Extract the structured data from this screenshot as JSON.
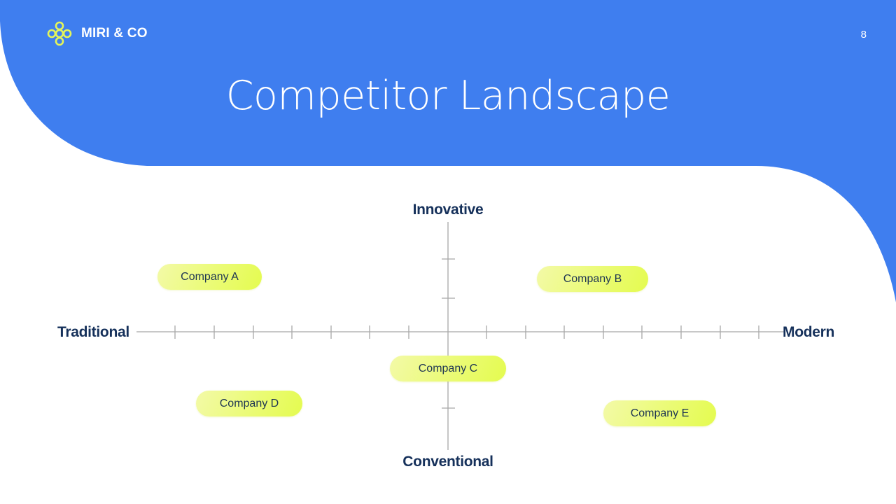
{
  "header": {
    "brand": "MIRI & CO",
    "page_number": "8",
    "title": "Competitor Landscape"
  },
  "colors": {
    "primary_blue": "#3F7EEF",
    "accent_yellow": "#E4FB4F",
    "label_navy": "#15305A",
    "axis_gray": "#A8A8A8"
  },
  "axes": {
    "top": "Innovative",
    "bottom": "Conventional",
    "left": "Traditional",
    "right": "Modern"
  },
  "companies": [
    {
      "name": "Company A",
      "quadrant": "traditional-innovative"
    },
    {
      "name": "Company B",
      "quadrant": "modern-innovative"
    },
    {
      "name": "Company C",
      "quadrant": "center-conventional"
    },
    {
      "name": "Company D",
      "quadrant": "traditional-conventional"
    },
    {
      "name": "Company E",
      "quadrant": "modern-conventional"
    }
  ],
  "chart_data": {
    "type": "scatter",
    "title": "Competitor Landscape",
    "xlabel_left": "Traditional",
    "xlabel_right": "Modern",
    "ylabel_top": "Innovative",
    "ylabel_bottom": "Conventional",
    "xlim": [
      -8,
      8
    ],
    "ylim": [
      -3,
      3
    ],
    "grid": false,
    "points": [
      {
        "label": "Company A",
        "x": -6.1,
        "y": 1.4
      },
      {
        "label": "Company B",
        "x": 3.7,
        "y": 1.4
      },
      {
        "label": "Company C",
        "x": 0.0,
        "y": -0.95
      },
      {
        "label": "Company D",
        "x": -5.1,
        "y": -1.85
      },
      {
        "label": "Company E",
        "x": 5.4,
        "y": -2.1
      }
    ]
  }
}
